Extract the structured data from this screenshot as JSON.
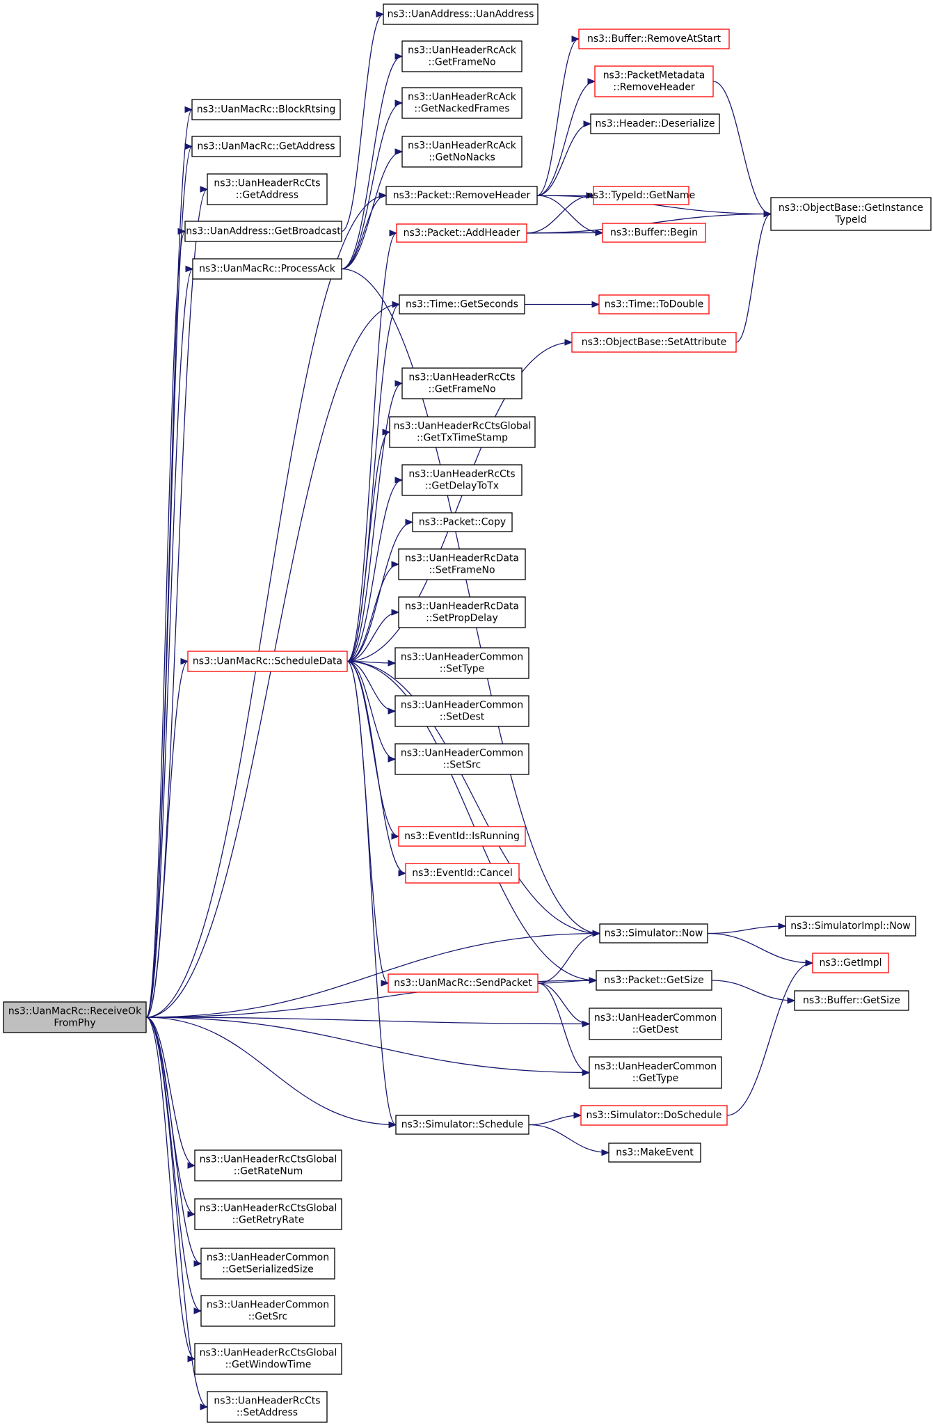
{
  "colors": {
    "edge": "#191970",
    "border_default": "#000000",
    "border_truncated": "#ff0000",
    "root_fill": "#bfbfbf"
  },
  "nodes": [
    {
      "id": "root",
      "lines": [
        "ns3::UanMacRc::ReceiveOk",
        "FromPhy"
      ],
      "style": "root"
    },
    {
      "id": "blockrts",
      "lines": [
        "ns3::UanMacRc::BlockRtsing"
      ],
      "style": "normal"
    },
    {
      "id": "getaddr",
      "lines": [
        "ns3::UanMacRc::GetAddress"
      ],
      "style": "normal"
    },
    {
      "id": "cts_getaddr",
      "lines": [
        "ns3::UanHeaderRcCts",
        "::GetAddress"
      ],
      "style": "normal"
    },
    {
      "id": "getbcast",
      "lines": [
        "ns3::UanAddress::GetBroadcast"
      ],
      "style": "normal"
    },
    {
      "id": "processack",
      "lines": [
        "ns3::UanMacRc::ProcessAck"
      ],
      "style": "normal"
    },
    {
      "id": "schedule_data",
      "lines": [
        "ns3::UanMacRc::ScheduleData"
      ],
      "style": "red"
    },
    {
      "id": "uanaddr",
      "lines": [
        "ns3::UanAddress::UanAddress"
      ],
      "style": "normal"
    },
    {
      "id": "ack_frameno",
      "lines": [
        "ns3::UanHeaderRcAck",
        "::GetFrameNo"
      ],
      "style": "normal"
    },
    {
      "id": "ack_nacked",
      "lines": [
        "ns3::UanHeaderRcAck",
        "::GetNackedFrames"
      ],
      "style": "normal"
    },
    {
      "id": "ack_nonacks",
      "lines": [
        "ns3::UanHeaderRcAck",
        "::GetNoNacks"
      ],
      "style": "normal"
    },
    {
      "id": "removeheader",
      "lines": [
        "ns3::Packet::RemoveHeader"
      ],
      "style": "normal"
    },
    {
      "id": "addheader",
      "lines": [
        "ns3::Packet::AddHeader"
      ],
      "style": "red"
    },
    {
      "id": "getseconds",
      "lines": [
        "ns3::Time::GetSeconds"
      ],
      "style": "normal"
    },
    {
      "id": "cts_frameno",
      "lines": [
        "ns3::UanHeaderRcCts",
        "::GetFrameNo"
      ],
      "style": "normal"
    },
    {
      "id": "ctsg_txts",
      "lines": [
        "ns3::UanHeaderRcCtsGlobal",
        "::GetTxTimeStamp"
      ],
      "style": "normal"
    },
    {
      "id": "cts_delay",
      "lines": [
        "ns3::UanHeaderRcCts",
        "::GetDelayToTx"
      ],
      "style": "normal"
    },
    {
      "id": "pkt_copy",
      "lines": [
        "ns3::Packet::Copy"
      ],
      "style": "normal"
    },
    {
      "id": "data_frameno",
      "lines": [
        "ns3::UanHeaderRcData",
        "::SetFrameNo"
      ],
      "style": "normal"
    },
    {
      "id": "data_propdelay",
      "lines": [
        "ns3::UanHeaderRcData",
        "::SetPropDelay"
      ],
      "style": "normal"
    },
    {
      "id": "common_settype",
      "lines": [
        "ns3::UanHeaderCommon",
        "::SetType"
      ],
      "style": "normal"
    },
    {
      "id": "common_setdest",
      "lines": [
        "ns3::UanHeaderCommon",
        "::SetDest"
      ],
      "style": "normal"
    },
    {
      "id": "common_setsrc",
      "lines": [
        "ns3::UanHeaderCommon",
        "::SetSrc"
      ],
      "style": "normal"
    },
    {
      "id": "isrunning",
      "lines": [
        "ns3::EventId::IsRunning"
      ],
      "style": "red"
    },
    {
      "id": "cancel",
      "lines": [
        "ns3::EventId::Cancel"
      ],
      "style": "red"
    },
    {
      "id": "sendpacket",
      "lines": [
        "ns3::UanMacRc::SendPacket"
      ],
      "style": "red"
    },
    {
      "id": "sim_schedule",
      "lines": [
        "ns3::Simulator::Schedule"
      ],
      "style": "normal"
    },
    {
      "id": "ctsg_ratenum",
      "lines": [
        "ns3::UanHeaderRcCtsGlobal",
        "::GetRateNum"
      ],
      "style": "normal"
    },
    {
      "id": "ctsg_retry",
      "lines": [
        "ns3::UanHeaderRcCtsGlobal",
        "::GetRetryRate"
      ],
      "style": "normal"
    },
    {
      "id": "common_sersize",
      "lines": [
        "ns3::UanHeaderCommon",
        "::GetSerializedSize"
      ],
      "style": "normal"
    },
    {
      "id": "common_getsrc",
      "lines": [
        "ns3::UanHeaderCommon",
        "::GetSrc"
      ],
      "style": "normal"
    },
    {
      "id": "ctsg_window",
      "lines": [
        "ns3::UanHeaderRcCtsGlobal",
        "::GetWindowTime"
      ],
      "style": "normal"
    },
    {
      "id": "cts_setaddr",
      "lines": [
        "ns3::UanHeaderRcCts",
        "::SetAddress"
      ],
      "style": "normal"
    },
    {
      "id": "buf_removeatstart",
      "lines": [
        "ns3::Buffer::RemoveAtStart"
      ],
      "style": "red"
    },
    {
      "id": "pm_removeheader",
      "lines": [
        "ns3::PacketMetadata",
        "::RemoveHeader"
      ],
      "style": "red"
    },
    {
      "id": "hdr_deserialize",
      "lines": [
        "ns3::Header::Deserialize"
      ],
      "style": "normal"
    },
    {
      "id": "typeid_getname",
      "lines": [
        "ns3::TypeId::GetName"
      ],
      "style": "red"
    },
    {
      "id": "buf_begin",
      "lines": [
        "ns3::Buffer::Begin"
      ],
      "style": "red"
    },
    {
      "id": "time_todouble",
      "lines": [
        "ns3::Time::ToDouble"
      ],
      "style": "red"
    },
    {
      "id": "ob_setattr",
      "lines": [
        "ns3::ObjectBase::SetAttribute"
      ],
      "style": "red"
    },
    {
      "id": "sim_now",
      "lines": [
        "ns3::Simulator::Now"
      ],
      "style": "normal"
    },
    {
      "id": "pkt_getsize",
      "lines": [
        "ns3::Packet::GetSize"
      ],
      "style": "normal"
    },
    {
      "id": "common_getdest",
      "lines": [
        "ns3::UanHeaderCommon",
        "::GetDest"
      ],
      "style": "normal"
    },
    {
      "id": "common_gettype",
      "lines": [
        "ns3::UanHeaderCommon",
        "::GetType"
      ],
      "style": "normal"
    },
    {
      "id": "sim_doschedule",
      "lines": [
        "ns3::Simulator::DoSchedule"
      ],
      "style": "red"
    },
    {
      "id": "makeevent",
      "lines": [
        "ns3::MakeEvent"
      ],
      "style": "normal"
    },
    {
      "id": "ob_getinstance",
      "lines": [
        "ns3::ObjectBase::GetInstance",
        "TypeId"
      ],
      "style": "normal"
    },
    {
      "id": "simimpl_now",
      "lines": [
        "ns3::SimulatorImpl::Now"
      ],
      "style": "normal"
    },
    {
      "id": "getimpl",
      "lines": [
        "ns3::GetImpl"
      ],
      "style": "red"
    },
    {
      "id": "buf_getsize",
      "lines": [
        "ns3::Buffer::GetSize"
      ],
      "style": "normal"
    }
  ],
  "edges": [
    {
      "from": "root",
      "to": "blockrts"
    },
    {
      "from": "root",
      "to": "getaddr"
    },
    {
      "from": "root",
      "to": "cts_getaddr"
    },
    {
      "from": "root",
      "to": "getbcast"
    },
    {
      "from": "root",
      "to": "processack"
    },
    {
      "from": "root",
      "to": "removeheader"
    },
    {
      "from": "root",
      "to": "getseconds"
    },
    {
      "from": "root",
      "to": "schedule_data"
    },
    {
      "from": "root",
      "to": "sim_now"
    },
    {
      "from": "root",
      "to": "pkt_getsize"
    },
    {
      "from": "root",
      "to": "common_getdest"
    },
    {
      "from": "root",
      "to": "common_gettype"
    },
    {
      "from": "root",
      "to": "sim_schedule"
    },
    {
      "from": "root",
      "to": "ctsg_ratenum"
    },
    {
      "from": "root",
      "to": "ctsg_retry"
    },
    {
      "from": "root",
      "to": "common_sersize"
    },
    {
      "from": "root",
      "to": "common_getsrc"
    },
    {
      "from": "root",
      "to": "ctsg_window"
    },
    {
      "from": "root",
      "to": "cts_setaddr"
    },
    {
      "from": "getbcast",
      "to": "uanaddr"
    },
    {
      "from": "processack",
      "to": "ack_frameno"
    },
    {
      "from": "processack",
      "to": "ack_nacked"
    },
    {
      "from": "processack",
      "to": "ack_nonacks"
    },
    {
      "from": "processack",
      "to": "removeheader"
    },
    {
      "from": "processack",
      "to": "sim_now"
    },
    {
      "from": "schedule_data",
      "to": "addheader"
    },
    {
      "from": "schedule_data",
      "to": "getseconds"
    },
    {
      "from": "schedule_data",
      "to": "ob_setattr"
    },
    {
      "from": "schedule_data",
      "to": "cts_frameno"
    },
    {
      "from": "schedule_data",
      "to": "ctsg_txts"
    },
    {
      "from": "schedule_data",
      "to": "cts_delay"
    },
    {
      "from": "schedule_data",
      "to": "pkt_copy"
    },
    {
      "from": "schedule_data",
      "to": "data_frameno"
    },
    {
      "from": "schedule_data",
      "to": "data_propdelay"
    },
    {
      "from": "schedule_data",
      "to": "common_settype"
    },
    {
      "from": "schedule_data",
      "to": "common_setdest"
    },
    {
      "from": "schedule_data",
      "to": "common_setsrc"
    },
    {
      "from": "schedule_data",
      "to": "isrunning"
    },
    {
      "from": "schedule_data",
      "to": "cancel"
    },
    {
      "from": "schedule_data",
      "to": "sim_now"
    },
    {
      "from": "schedule_data",
      "to": "pkt_getsize"
    },
    {
      "from": "schedule_data",
      "to": "sendpacket"
    },
    {
      "from": "schedule_data",
      "to": "sim_schedule"
    },
    {
      "from": "removeheader",
      "to": "buf_removeatstart"
    },
    {
      "from": "removeheader",
      "to": "pm_removeheader"
    },
    {
      "from": "removeheader",
      "to": "hdr_deserialize"
    },
    {
      "from": "removeheader",
      "to": "typeid_getname"
    },
    {
      "from": "removeheader",
      "to": "buf_begin"
    },
    {
      "from": "removeheader",
      "to": "ob_getinstance"
    },
    {
      "from": "addheader",
      "to": "typeid_getname"
    },
    {
      "from": "addheader",
      "to": "buf_begin"
    },
    {
      "from": "addheader",
      "to": "ob_getinstance"
    },
    {
      "from": "pm_removeheader",
      "to": "ob_getinstance"
    },
    {
      "from": "getseconds",
      "to": "time_todouble"
    },
    {
      "from": "ob_setattr",
      "to": "ob_getinstance"
    },
    {
      "from": "sendpacket",
      "to": "sim_now"
    },
    {
      "from": "sendpacket",
      "to": "pkt_getsize"
    },
    {
      "from": "sendpacket",
      "to": "common_getdest"
    },
    {
      "from": "sendpacket",
      "to": "common_gettype"
    },
    {
      "from": "sim_now",
      "to": "simimpl_now"
    },
    {
      "from": "sim_now",
      "to": "getimpl"
    },
    {
      "from": "pkt_getsize",
      "to": "buf_getsize"
    },
    {
      "from": "sim_schedule",
      "to": "sim_doschedule"
    },
    {
      "from": "sim_schedule",
      "to": "makeevent"
    },
    {
      "from": "sim_doschedule",
      "to": "getimpl"
    }
  ]
}
